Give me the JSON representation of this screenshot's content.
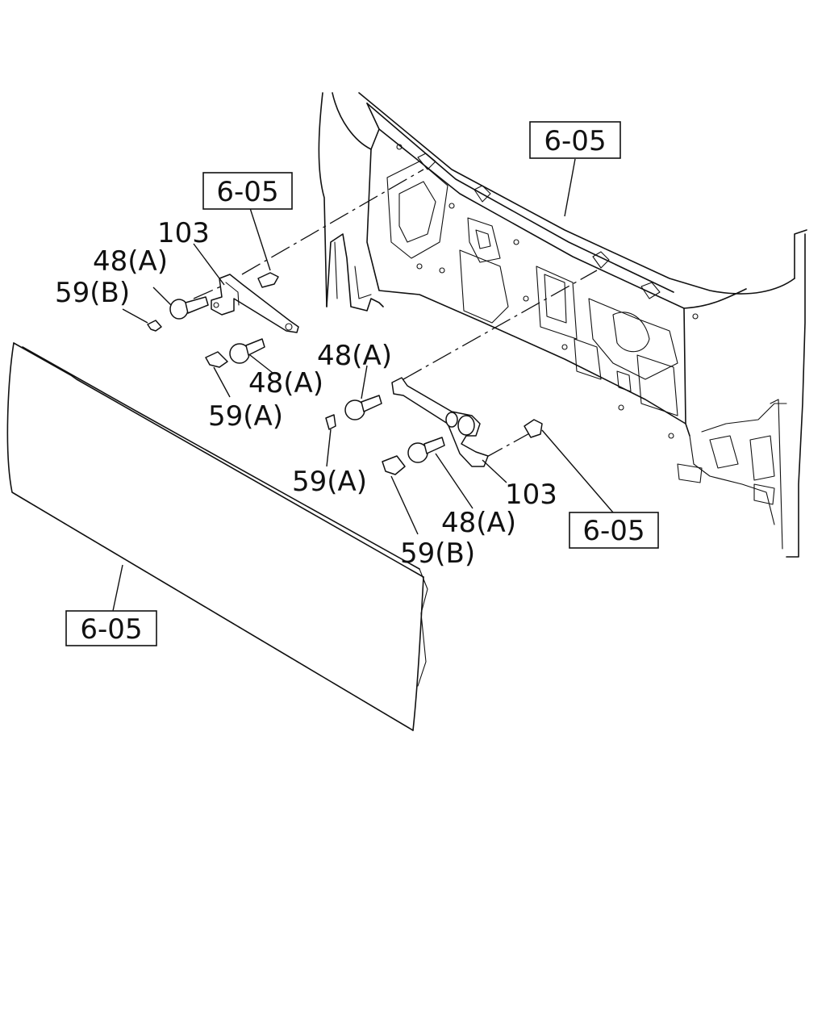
{
  "callouts": {
    "ref_top_right": "6-05",
    "ref_top_left": "6-05",
    "ref_right": "6-05",
    "ref_bottom_left": "6-05",
    "left_103": "103",
    "left_48a_top": "48(A)",
    "left_59b": "59(B)",
    "left_48a_bottom": "48(A)",
    "left_59a": "59(A)",
    "center_48a_top": "48(A)",
    "center_59a": "59(A)",
    "center_48a_bottom": "48(A)",
    "center_59b": "59(B)",
    "right_103": "103"
  }
}
